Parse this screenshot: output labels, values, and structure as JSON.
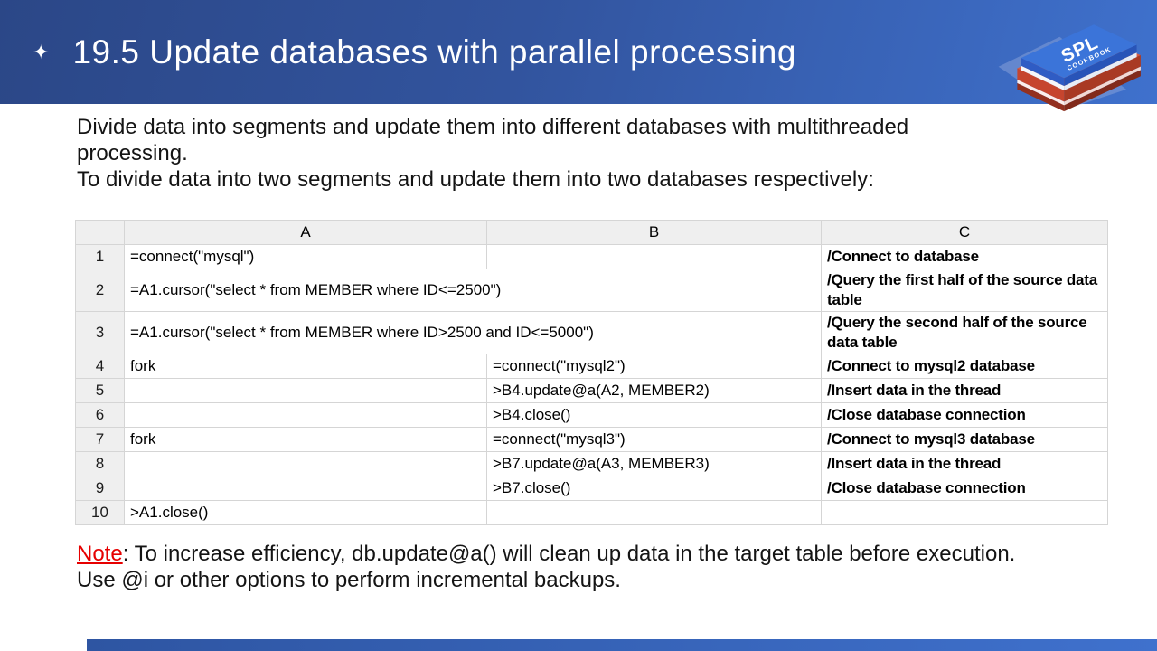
{
  "slide": {
    "bullet_icon": "✦",
    "title": "19.5 Update databases with parallel processing",
    "intro_line1": "Divide data into segments and update them into different databases with multithreaded processing.",
    "intro_line2": "To divide data into two segments and update them into two databases respectively:",
    "note_label": "Note",
    "note_text": ": To increase efficiency, db.update@a() will clean up data in the target table before execution. Use @i or other options to perform incremental backups."
  },
  "logo": {
    "line1": "SPL",
    "line2": "COOKBOOK"
  },
  "table": {
    "columns": [
      "A",
      "B",
      "C"
    ],
    "rows": [
      {
        "num": "1",
        "a": "=connect(\"mysql\")",
        "b": "",
        "c": "/Connect to database"
      },
      {
        "num": "2",
        "a": "=A1.cursor(\"select * from MEMBER where ID<=2500\")",
        "b": "",
        "c": "/Query the first half of the source data table",
        "merged": true,
        "tall": true
      },
      {
        "num": "3",
        "a": "=A1.cursor(\"select * from MEMBER where ID>2500 and ID<=5000\")",
        "b": "",
        "c": "/Query the second half of the source data table",
        "merged": true,
        "tall": true
      },
      {
        "num": "4",
        "a": "fork",
        "b": "=connect(\"mysql2\")",
        "c": "/Connect to mysql2 database"
      },
      {
        "num": "5",
        "a": "",
        "b": ">B4.update@a(A2, MEMBER2)",
        "c": "/Insert data in the thread"
      },
      {
        "num": "6",
        "a": "",
        "b": ">B4.close()",
        "c": "/Close database connection"
      },
      {
        "num": "7",
        "a": "fork",
        "b": "=connect(\"mysql3\")",
        "c": "/Connect to mysql3 database"
      },
      {
        "num": "8",
        "a": "",
        "b": ">B7.update@a(A3, MEMBER3)",
        "c": "/Insert data in the thread"
      },
      {
        "num": "9",
        "a": "",
        "b": ">B7.close()",
        "c": "/Close database connection"
      },
      {
        "num": "10",
        "a": ">A1.close()",
        "b": "",
        "c": ""
      }
    ]
  },
  "colors": {
    "header_gradient_start": "#2b4787",
    "header_gradient_end": "#3f71cd",
    "table_header_bg": "#efefef",
    "grid_line": "#d5d5d5",
    "note_red": "#e60000",
    "logo_blue": "#3b74d9",
    "logo_red": "#c6452e"
  }
}
